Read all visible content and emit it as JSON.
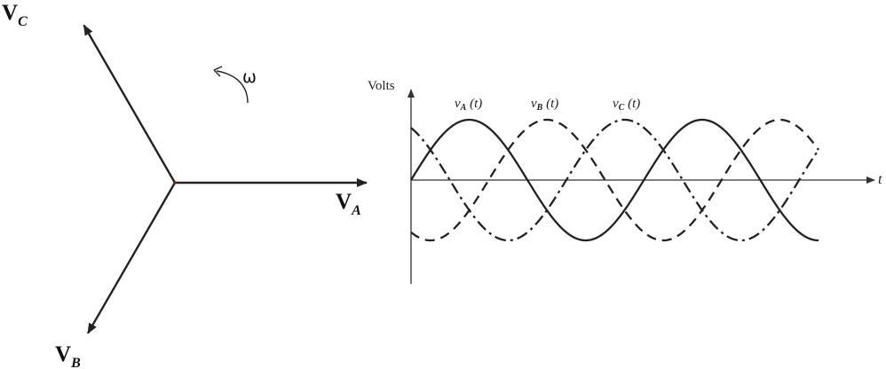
{
  "phasor_diagram": {
    "phasors": [
      {
        "id": "A",
        "main": "V",
        "sub": "A",
        "angle_deg": 0
      },
      {
        "id": "B",
        "main": "V",
        "sub": "B",
        "angle_deg": -120
      },
      {
        "id": "C",
        "main": "V",
        "sub": "C",
        "angle_deg": 120
      }
    ],
    "rotation_symbol": "ω"
  },
  "waveform_plot": {
    "y_axis_label": "Volts",
    "x_axis_label": "t",
    "series": [
      {
        "id": "A",
        "main": "v",
        "sub": "A",
        "suffix": " (t)",
        "phase_deg": 0,
        "dash": "solid"
      },
      {
        "id": "B",
        "main": "v",
        "sub": "B",
        "suffix": " (t)",
        "phase_deg": -120,
        "dash": "dashed"
      },
      {
        "id": "C",
        "main": "v",
        "sub": "C",
        "suffix": " (t)",
        "phase_deg": 120,
        "dash": "dash-dot"
      }
    ],
    "cycles_shown": 1.75
  }
}
